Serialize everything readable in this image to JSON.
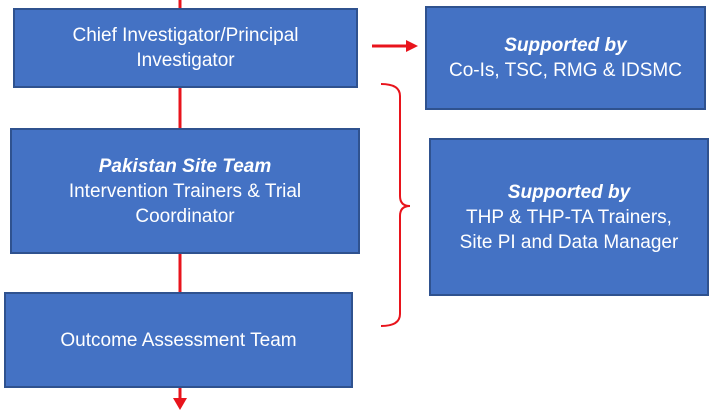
{
  "boxes": {
    "chief": {
      "line1": "Chief Investigator/Principal",
      "line2": "Investigator"
    },
    "site_team": {
      "title": "Pakistan Site Team",
      "line1": "Intervention Trainers & Trial",
      "line2": "Coordinator"
    },
    "outcome": {
      "label": "Outcome Assessment Team"
    },
    "support_top": {
      "title": "Supported by",
      "line1": "Co-Is, TSC, RMG & IDSMC"
    },
    "support_bottom": {
      "title": "Supported by",
      "line1": "THP & THP-TA Trainers,",
      "line2": "Site PI and Data Manager"
    }
  },
  "colors": {
    "box_fill": "#4472C4",
    "box_border": "#2F528F",
    "connector": "#E8141C",
    "text": "#FFFFFF"
  }
}
